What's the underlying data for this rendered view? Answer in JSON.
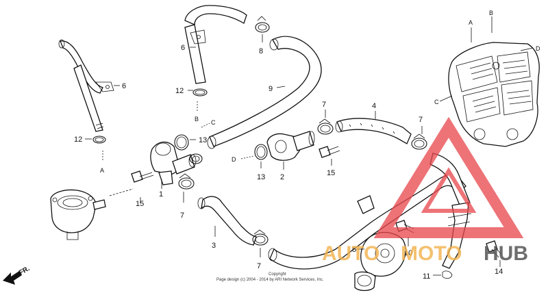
{
  "labels": {
    "p1": "1",
    "p2": "2",
    "p3": "3",
    "p4": "4",
    "p5": "5",
    "p6a": "6",
    "p6b": "6",
    "p7a": "7",
    "p7b": "7",
    "p7c": "7",
    "p7d": "7",
    "p8": "8",
    "p9": "9",
    "p10": "10",
    "p11": "11",
    "p12a": "12",
    "p12b": "12",
    "p13a": "13",
    "p13b": "13",
    "p14": "14",
    "p15a": "15",
    "p15b": "15"
  },
  "ref_letters": {
    "a1": "A",
    "a2": "A",
    "b1": "B",
    "b2": "B",
    "c1": "C",
    "c2": "C",
    "d1": "D",
    "d2": "D"
  },
  "direction": "FR.",
  "copyright": {
    "line1": "Copyright",
    "line2": "Page design (c) 2004 - 2014 by ARI Network Services, Inc."
  },
  "watermark": {
    "brand_part1": "AUTO",
    "brand_part2": "MOTO",
    "brand_part3": "HUB",
    "colors": {
      "triangle": "#e8454a",
      "auto": "#f2b14a",
      "moto": "#f2b14a",
      "hub": "#555555"
    }
  }
}
